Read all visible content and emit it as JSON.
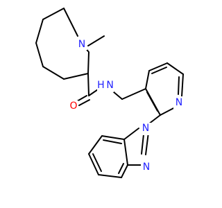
{
  "molecule": {
    "colors": {
      "bond": "#000000",
      "carbon": "#000000",
      "nitrogen": "#1f1fff",
      "oxygen": "#ff0000",
      "background": "#ffffff"
    },
    "atom_labels": {
      "n_ring_amine": "N",
      "n_amide": "H N",
      "o_carbonyl": "O",
      "n_pyridine": "N",
      "n_benzimidazole_1": "N",
      "n_benzimidazole_3": "N"
    }
  }
}
